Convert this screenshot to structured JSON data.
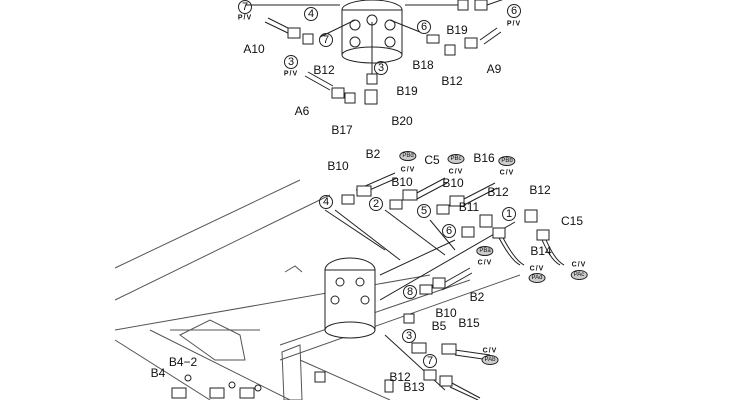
{
  "labels": {
    "a10": "A10",
    "a6": "A6",
    "a9": "A9",
    "b12_t1": "B12",
    "b12_t2": "B12",
    "b17": "B17",
    "b20": "B20",
    "b19_a": "B19",
    "b19_b": "B19",
    "b18": "B18",
    "b10_a": "B10",
    "b10_b": "B10",
    "b10_c": "B10",
    "b10_d": "B10",
    "b2_a": "B2",
    "b2_b": "B2",
    "c5": "C5",
    "b16": "B16",
    "b12_m1": "B12",
    "b12_m2": "B12",
    "b11": "B11",
    "c15": "C15",
    "b14": "B14",
    "b5": "B5",
    "b15": "B15",
    "b12_b": "B12",
    "b13": "B13",
    "b4_2": "B4−2",
    "b4": "B4"
  },
  "numbers": {
    "n7a": "7",
    "n4a": "4",
    "n7b": "7",
    "n3a": "3",
    "n3b": "3",
    "n6a": "6",
    "n6b": "6",
    "n4b": "4",
    "n2": "2",
    "n5": "5",
    "n6c": "6",
    "n1": "1",
    "n8": "8",
    "n3c": "3",
    "n7c": "7"
  },
  "tags": {
    "pv": "P/V",
    "cv": "C/V"
  },
  "ports": {
    "pbd": "PBd",
    "pbc": "PBc",
    "pbb": "PBb",
    "pba": "PBa",
    "pad": "PAd",
    "pac": "PAc",
    "pab": "PAb"
  }
}
